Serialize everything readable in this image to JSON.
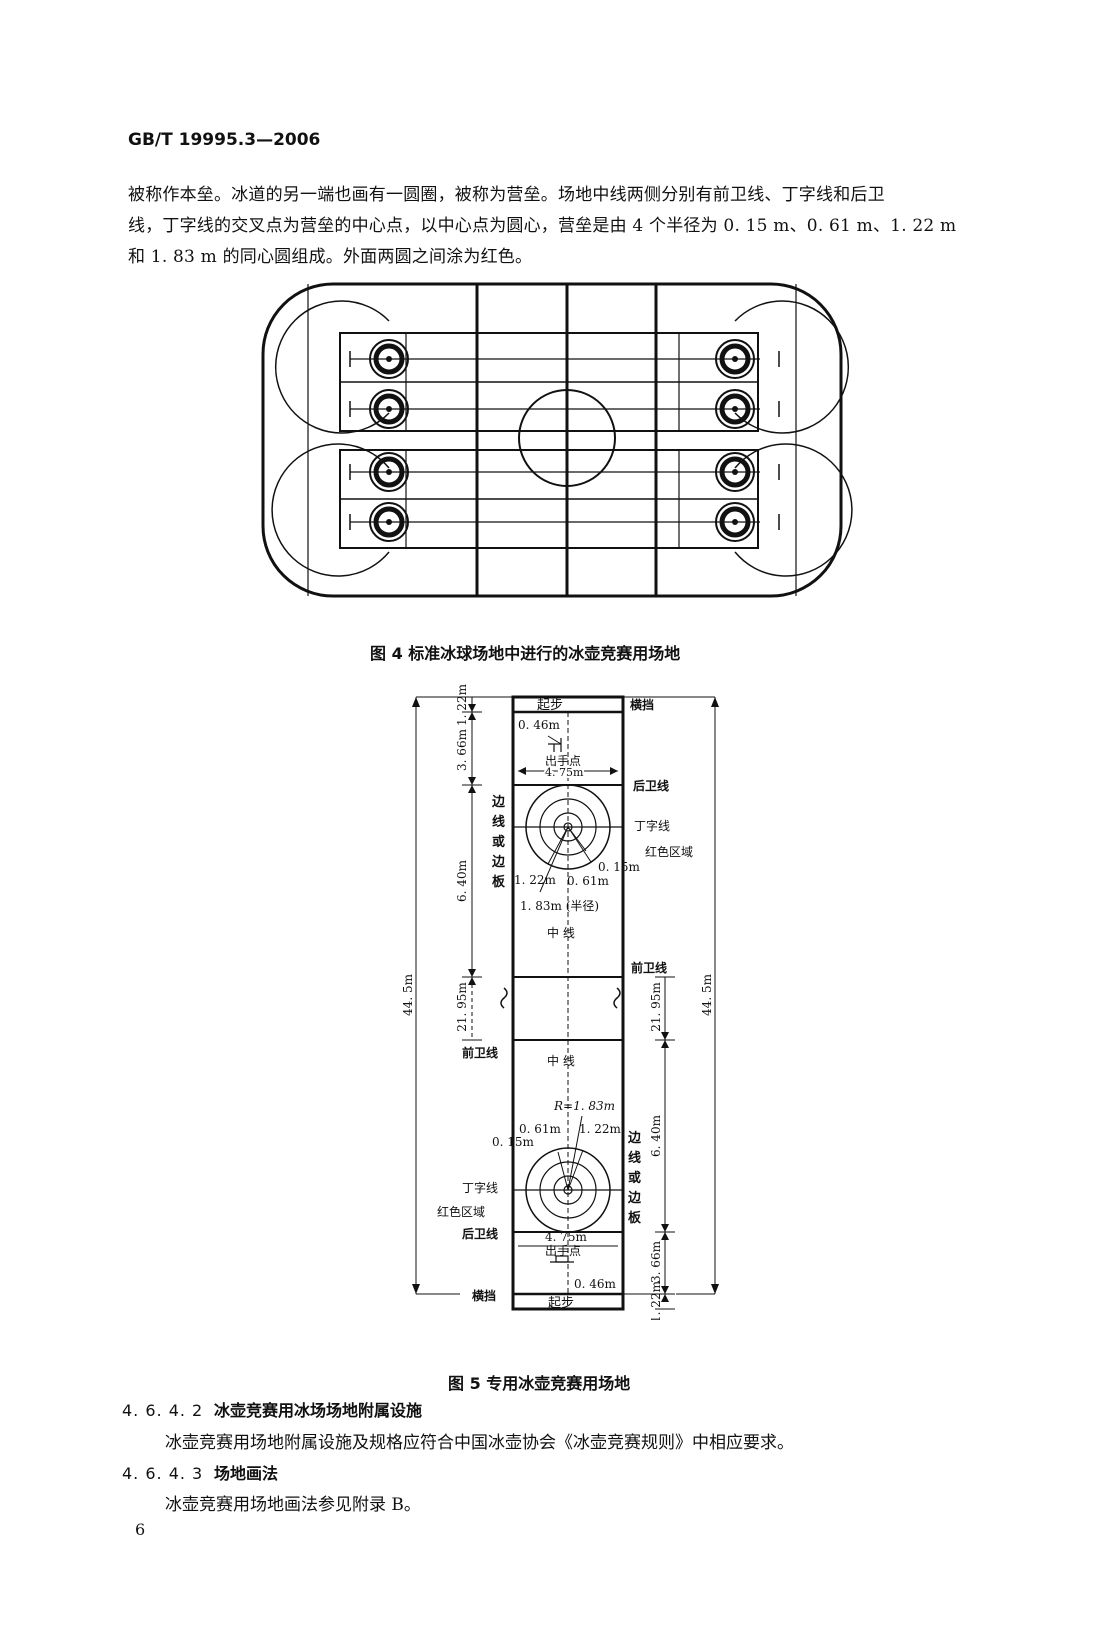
{
  "header": {
    "standard_number": "GB/T 19995.3—2006"
  },
  "intro": {
    "lines": [
      "被称作本垒。冰道的另一端也画有一圆圈，被称为营垒。场地中线两侧分别有前卫线、丁字线和后卫",
      "线，丁字线的交叉点为营垒的中心点，以中心点为圆心，营垒是由 4 个半径为 0. 15 m、0. 61 m、1. 22 m",
      "和 1. 83 m 的同心圆组成。外面两圆之间涂为红色。"
    ]
  },
  "figure4": {
    "caption": "图 4   标准冰球场地中进行的冰壶竞赛用场地"
  },
  "figure5": {
    "caption": "图 5   专用冰壶竞赛用场地",
    "labels": {
      "start_top": "起步",
      "start_bottom": "起步",
      "hack_top": "横挡",
      "hack_bottom": "横挡",
      "release_top": "出手点",
      "release_bottom": "出手点",
      "d046_top": "0. 46m",
      "d046_bottom": "0. 46m",
      "d475_top": "4. 75m",
      "d475_bottom": "4. 75m",
      "backline_top": "后卫线",
      "backline_bottom": "后卫线",
      "tee_top": "丁字线",
      "tee_bottom": "丁字线",
      "red_top": "红色区域",
      "red_bottom": "红色区域",
      "r015_top": "0. 15m",
      "r015_bottom": "0. 15m",
      "r061_top": "0. 61m",
      "r061_bottom": "0. 61m",
      "r122_top": "1. 22m",
      "r122_bottom": "1. 22m",
      "r183_top": "1. 83m (半径)",
      "r183_bottom": "R=1. 83m",
      "centerline_top": "中  线",
      "centerline_bottom": "中  线",
      "hogline_top": "前卫线",
      "hogline_bottom": "前卫线",
      "sideline_chars": [
        "边",
        "线",
        "或",
        "边",
        "板"
      ],
      "dim_122_left": "1. 22m",
      "dim_366_left": "3. 66m",
      "dim_640_left": "6. 40m",
      "dim_2195_left": "21. 95m",
      "dim_445_left": "44. 5m",
      "dim_122_right": "1. 22m",
      "dim_366_right": "3. 66m",
      "dim_640_right": "6. 40m",
      "dim_2195_right": "21. 95m",
      "dim_445_right": "44. 5m"
    }
  },
  "section_4642": {
    "number": "4. 6. 4. 2",
    "title": "冰壶竞赛用冰场场地附属设施",
    "body": "冰壶竞赛用场地附属设施及规格应符合中国冰壶协会《冰壶竞赛规则》中相应要求。"
  },
  "section_4643": {
    "number": "4. 6. 4. 3",
    "title": "场地画法",
    "body": "冰壶竞赛用场地画法参见附录 B。"
  },
  "footer": {
    "page_number": "6"
  }
}
